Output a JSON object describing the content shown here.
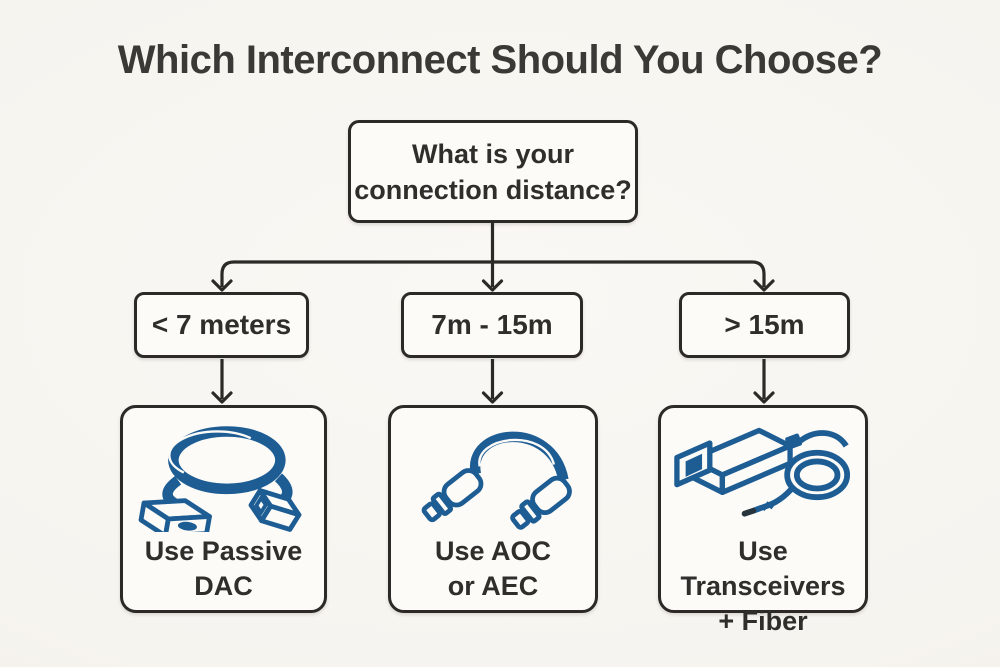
{
  "title": "Which Interconnect Should You Choose?",
  "root_question": {
    "line1": "What is your",
    "line2": "connection distance?"
  },
  "branches": [
    {
      "condition": "< 7 meters",
      "result": {
        "line1": "Use Passive",
        "line2": "DAC"
      },
      "icon": "passive-dac-cable"
    },
    {
      "condition": "7m - 15m",
      "result": {
        "line1": "Use AOC",
        "line2": "or AEC"
      },
      "icon": "aoc-aec-cable"
    },
    {
      "condition": "> 15m",
      "result": {
        "line1": "Use Transceivers",
        "line2": "+ Fiber"
      },
      "icon": "transceiver-fiber-coil"
    }
  ],
  "colors": {
    "background": "#f6f4ef",
    "box_fill": "#fcfbf8",
    "line": "#2b2a27",
    "text": "#2f2e2b",
    "accent_blue": "#1d5d94"
  }
}
